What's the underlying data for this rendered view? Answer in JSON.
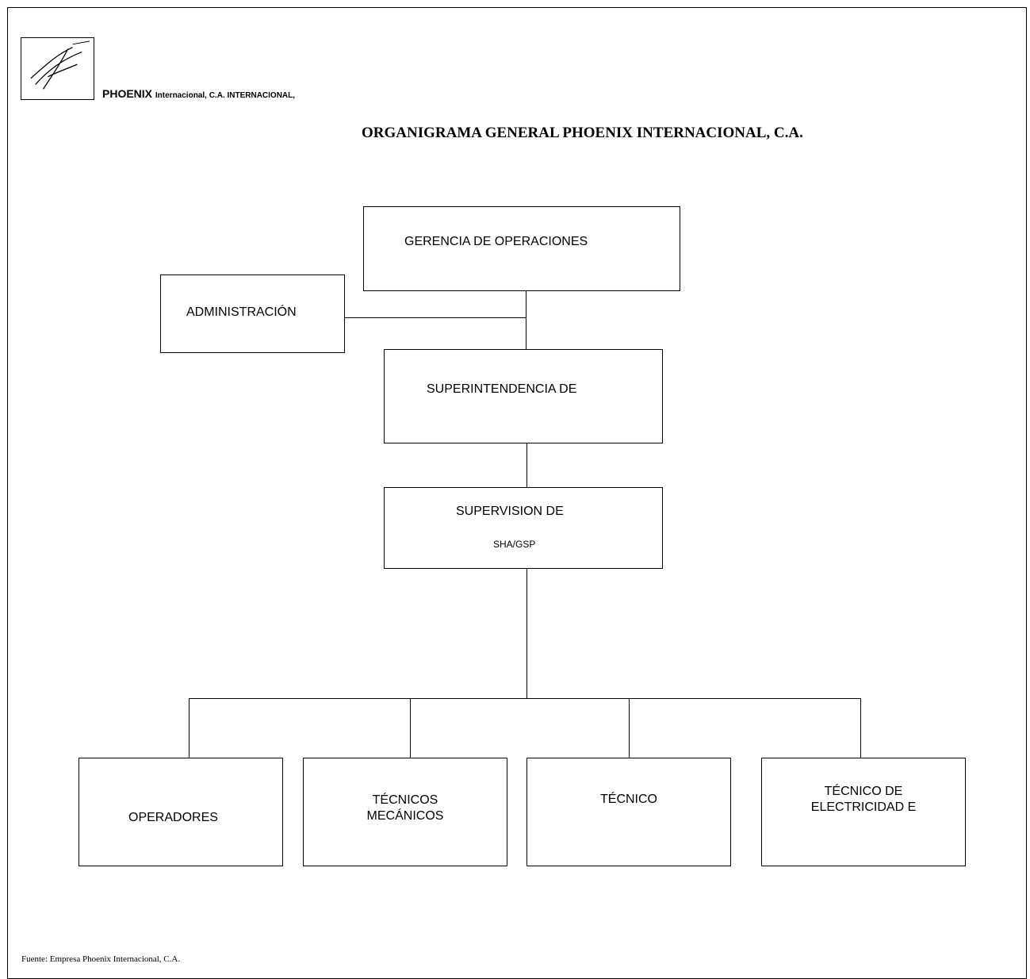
{
  "header": {
    "company_bold": "PHOENIX",
    "company_rest": "Internacional, C.A. INTERNACIONAL,",
    "title": "ORGANIGRAMA GENERAL PHOENIX INTERNACIONAL, C.A."
  },
  "nodes": {
    "gerencia": "GERENCIA DE OPERACIONES",
    "administracion": "ADMINISTRACIÓN",
    "superintendencia": "SUPERINTENDENCIA DE",
    "supervision": "SUPERVISION DE",
    "supervision_sub": "SHA/GSP",
    "operadores": "OPERADORES",
    "tecnicos_mecanicos_1": "TÉCNICOS",
    "tecnicos_mecanicos_2": "MECÁNICOS",
    "tecnico": "TÉCNICO",
    "tecnico_electricidad_1": "TÉCNICO DE",
    "tecnico_electricidad_2": "ELECTRICIDAD E"
  },
  "footer": {
    "source": "Fuente: Empresa Phoenix Internacional, C.A."
  }
}
